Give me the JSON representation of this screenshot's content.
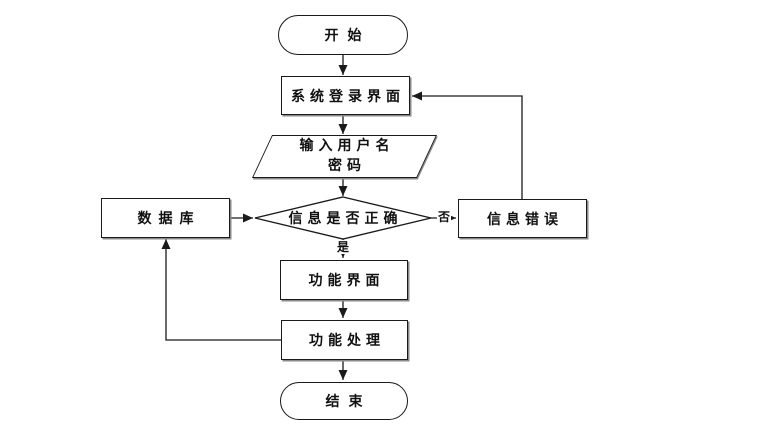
{
  "diagram": {
    "nodes": {
      "start": {
        "label": "开始"
      },
      "login_screen": {
        "label": "系统登录界面"
      },
      "input": {
        "line1": "输入用户名",
        "line2": "密码"
      },
      "decision": {
        "label": "信息是否正确"
      },
      "database": {
        "label": "数据库"
      },
      "error": {
        "label": "信息错误"
      },
      "function_screen": {
        "label": "功能界面"
      },
      "function_process": {
        "label": "功能处理"
      },
      "end": {
        "label": "结束"
      }
    },
    "edge_labels": {
      "yes": "是",
      "no": "否"
    },
    "colors": {
      "line": "#1a1a1a",
      "shadow": "#8a8a8a",
      "node_fill": "#ffffff",
      "background": "#ffffff"
    }
  }
}
